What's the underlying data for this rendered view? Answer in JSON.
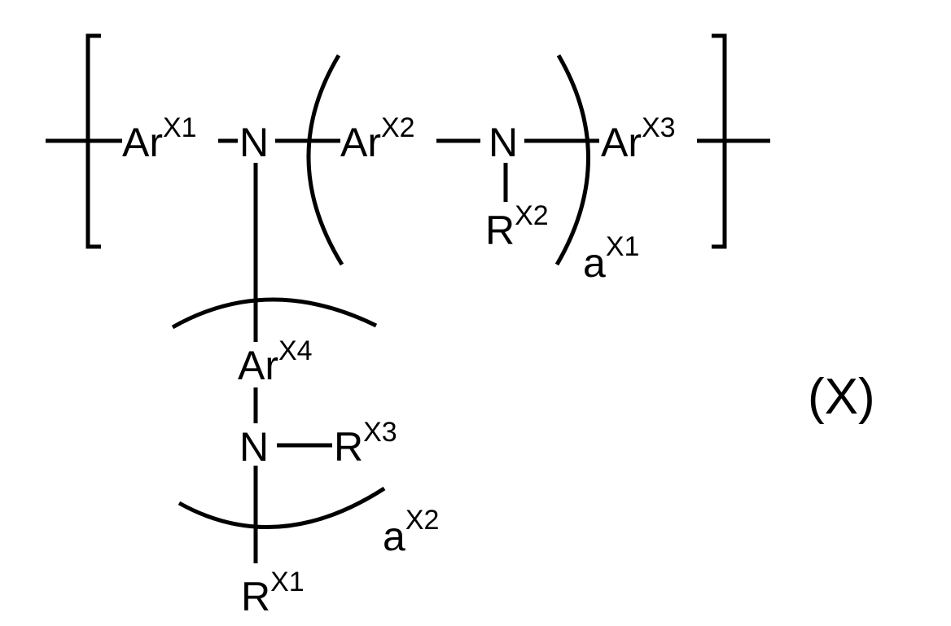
{
  "formula": {
    "atoms": {
      "ar_x1": {
        "main": "Ar",
        "sup": "X1"
      },
      "n1": {
        "main": "N"
      },
      "ar_x2": {
        "main": "Ar",
        "sup": "X2"
      },
      "n2": {
        "main": "N"
      },
      "ar_x3": {
        "main": "Ar",
        "sup": "X3"
      },
      "r_x2": {
        "main": "R",
        "sup": "X2"
      },
      "ar_x4": {
        "main": "Ar",
        "sup": "X4"
      },
      "n3": {
        "main": "N"
      },
      "r_x3": {
        "main": "R",
        "sup": "X3"
      },
      "r_x1": {
        "main": "R",
        "sup": "X1"
      }
    },
    "subscripts": {
      "a_x1": {
        "main": "a",
        "sup": "X1"
      },
      "a_x2": {
        "main": "a",
        "sup": "X2"
      }
    },
    "label": "(X)"
  }
}
